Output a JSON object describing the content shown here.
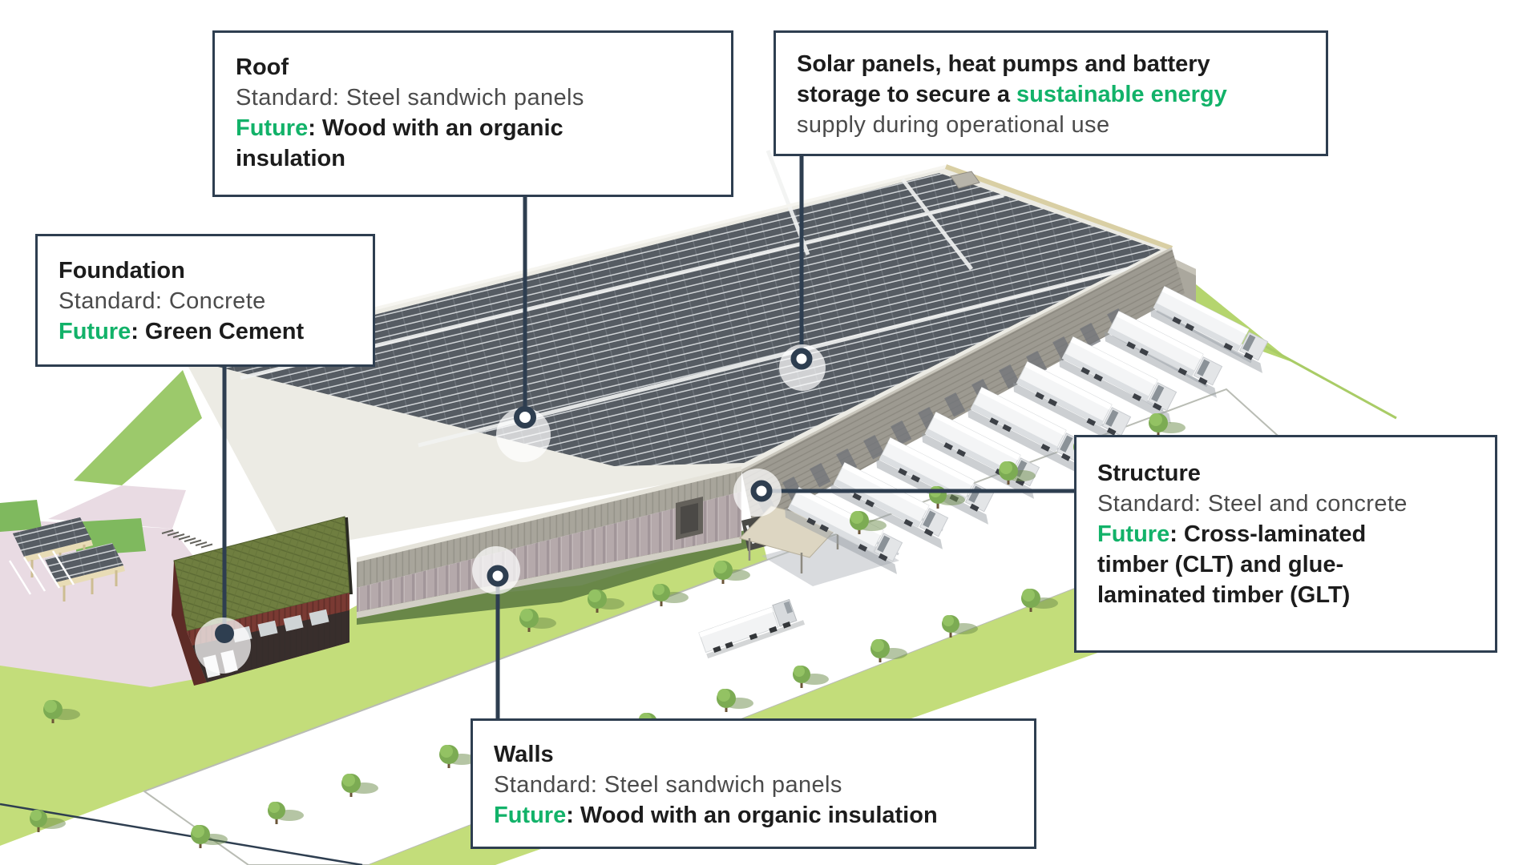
{
  "palette": {
    "accent_green": "#12b269",
    "line_navy": "#2e3e50",
    "bold_text": "#1c1c1c",
    "regular_text": "#4b4b4b",
    "grass_light": "#c3dd7a",
    "grass_dark": "#5f7d43",
    "road_pink": "#e9dbe3",
    "solar_panel_dark": "#4c5158",
    "container_maroon": "#7a3a33"
  },
  "callouts": {
    "roof": {
      "title": "Roof",
      "standard": "Standard: Steel sandwich panels",
      "future_label": "Future",
      "future_lines": [
        ": Wood with an organic",
        "insulation"
      ]
    },
    "solar": {
      "line1": "Solar panels, heat pumps and battery",
      "line2_pre": "storage to secure a ",
      "line2_green": "sustainable energy",
      "line3": "supply during operational use"
    },
    "foundation": {
      "title": "Foundation",
      "standard": "Standard: Concrete",
      "future_label": "Future",
      "future_rest": ": Green Cement"
    },
    "structure": {
      "title": "Structure",
      "standard": "Standard: Steel and concrete",
      "future_label": "Future",
      "future_lines": [
        ": Cross-laminated",
        "timber (CLT) and glue-",
        "laminated timber (GLT)"
      ]
    },
    "walls": {
      "title": "Walls",
      "standard": "Standard: Steel sandwich panels",
      "future_label": "Future",
      "future_rest": ": Wood with an organic insulation"
    }
  },
  "markers": [
    {
      "id": "roof-marker"
    },
    {
      "id": "solar-marker"
    },
    {
      "id": "foundation-marker"
    },
    {
      "id": "walls-marker"
    },
    {
      "id": "structure-marker"
    }
  ]
}
